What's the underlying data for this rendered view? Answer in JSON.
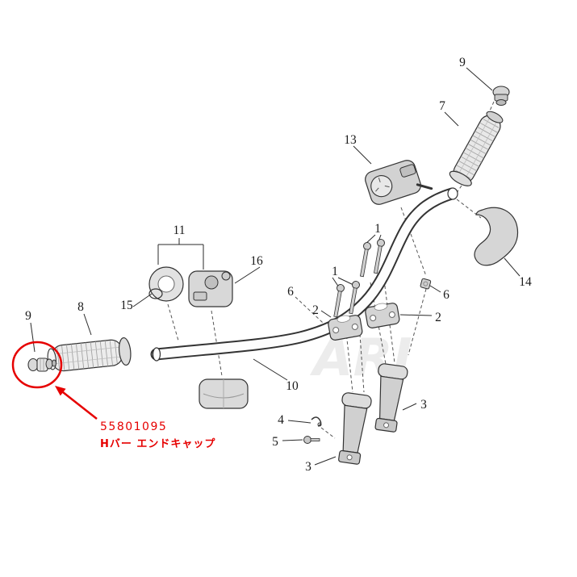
{
  "annotation": {
    "part_number": "55801095",
    "part_name": "Hバー エンドキャップ",
    "annotation_color": "#e60000"
  },
  "watermark": "ARI",
  "callouts": [
    {
      "id": "9-top",
      "text": "9"
    },
    {
      "id": "7",
      "text": "7"
    },
    {
      "id": "13",
      "text": "13"
    },
    {
      "id": "14",
      "text": "14"
    },
    {
      "id": "1-upper",
      "text": "1"
    },
    {
      "id": "1-lower",
      "text": "1"
    },
    {
      "id": "6-right",
      "text": "6"
    },
    {
      "id": "2-right",
      "text": "2"
    },
    {
      "id": "6-left",
      "text": "6"
    },
    {
      "id": "2-left",
      "text": "2"
    },
    {
      "id": "16",
      "text": "16"
    },
    {
      "id": "11",
      "text": "11"
    },
    {
      "id": "15",
      "text": "15"
    },
    {
      "id": "8",
      "text": "8"
    },
    {
      "id": "9-left",
      "text": "9"
    },
    {
      "id": "10",
      "text": "10"
    },
    {
      "id": "3-right",
      "text": "3"
    },
    {
      "id": "4",
      "text": "4"
    },
    {
      "id": "5",
      "text": "5"
    },
    {
      "id": "3-bottom",
      "text": "3"
    }
  ]
}
